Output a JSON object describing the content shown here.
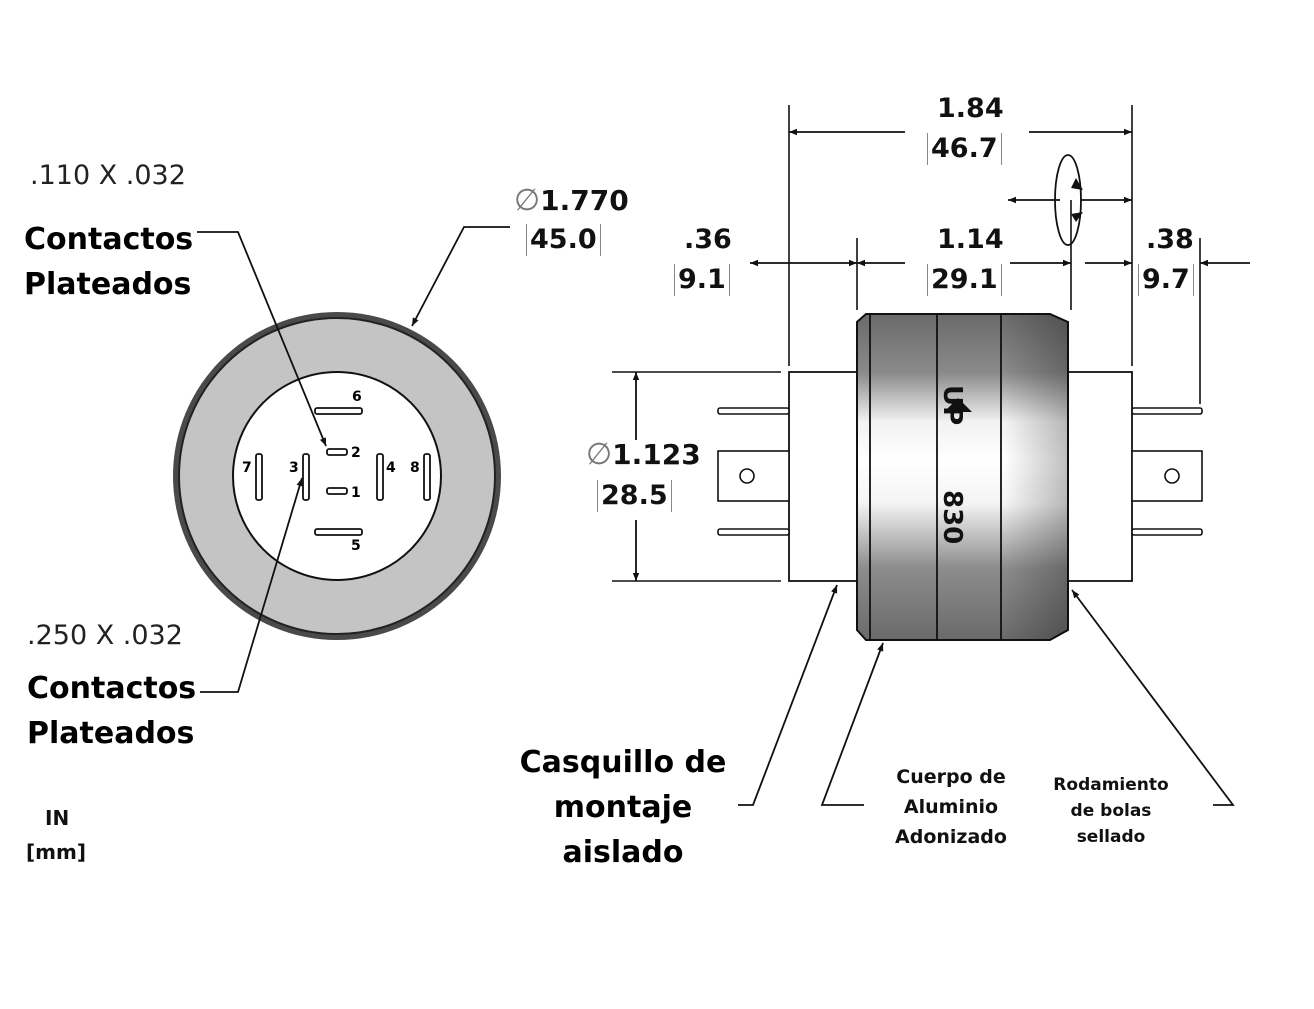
{
  "units": {
    "primary": "IN",
    "secondary": "[mm]"
  },
  "front_view": {
    "small_contacts": {
      "size": ".110 X .032",
      "label_line1": "Contactos",
      "label_line2": "Plateados"
    },
    "large_contacts": {
      "size": ".250 X .032",
      "label_line1": "Contactos",
      "label_line2": "Plateados"
    },
    "outer_diameter": {
      "symbol": "∅",
      "inches": "1.770",
      "mm": "45.0"
    },
    "pins": [
      "1",
      "2",
      "3",
      "4",
      "5",
      "6",
      "7",
      "8"
    ]
  },
  "side_view": {
    "overall_length": {
      "inches": "1.84",
      "mm": "46.7"
    },
    "left_bushing": {
      "inches": ".36",
      "mm": "9.1"
    },
    "body_length": {
      "inches": "1.14",
      "mm": "29.1"
    },
    "right_bushing": {
      "inches": ".38",
      "mm": "9.7"
    },
    "bushing_diameter": {
      "symbol": "∅",
      "inches": "1.123",
      "mm": "28.5"
    },
    "body_marking_up": "UP",
    "body_marking_model": "830"
  },
  "callouts": {
    "mounting_bushing": {
      "line1": "Casquillo de",
      "line2": "montaje",
      "line3": "aislado"
    },
    "aluminum_body": {
      "line1": "Cuerpo de",
      "line2": "Aluminio",
      "line3": "Adonizado"
    },
    "ball_bearing": {
      "line1": "Rodamiento",
      "line2": "de bolas",
      "line3": "sellado"
    }
  },
  "colors": {
    "body_dark": "#6e6e6e",
    "body_light": "#ffffff",
    "ring_gray": "#c4c4c4",
    "outline": "#111111"
  }
}
